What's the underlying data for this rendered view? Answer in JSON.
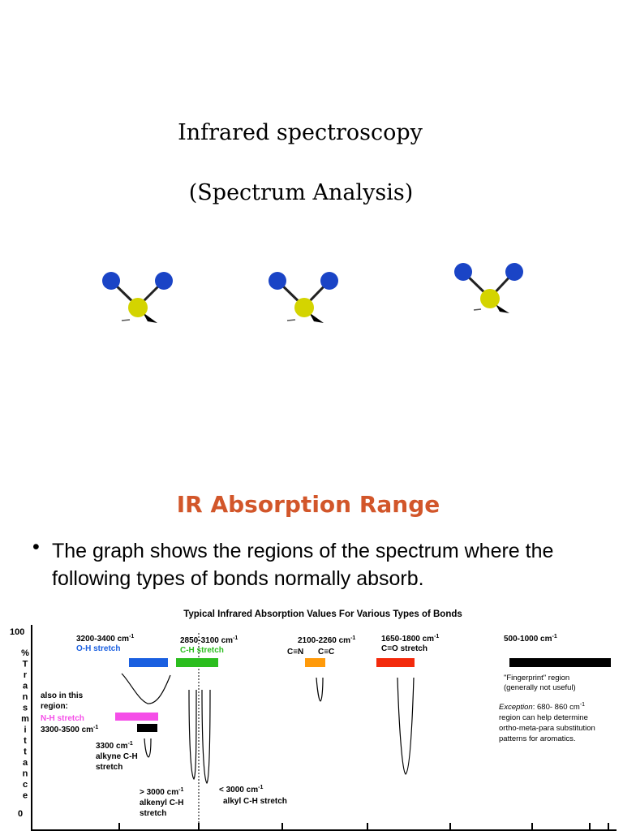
{
  "slide1": {
    "title": "Infrared spectroscopy",
    "subtitle": "(Spectrum Analysis)",
    "colors": {
      "atom_blue": "#1a44c6",
      "atom_yellow": "#d4d400"
    }
  },
  "slide2": {
    "heading": "IR Absorption Range",
    "heading_color": "#d2562a",
    "bullet_glyph": "•",
    "bullet_text": "The graph shows the regions of the spectrum where the following types of bonds normally absorb."
  },
  "chart": {
    "title": "Typical Infrared Absorption Values For Various Types of Bonds",
    "y_top": "100",
    "y_bottom": "0",
    "y_axis_letters": [
      "%",
      "T",
      "r",
      "a",
      "n",
      "s",
      "m",
      "i",
      "t",
      "t",
      "a",
      "n",
      "c",
      "e"
    ],
    "labels": {
      "oh_range": "3200-3400 cm",
      "oh_name": "O-H stretch",
      "ch_range": "2850-3100 cm",
      "ch_name": "C-H stretch",
      "triple_range": "2100-2260 cm",
      "cn_triple": "C≡N",
      "cc_triple": "C≡C",
      "co_range": "1650-1800 cm",
      "co_name": "C=O stretch",
      "fp_range": "500-1000 cm",
      "fp_name": "\"Fingerprint\" region",
      "fp_note": "(generally not useful)",
      "nh_also_1": "also in this",
      "nh_also_2": "region:",
      "nh_name": "N-H stretch",
      "nh_range": "3300-3500 cm",
      "alkyne_1": "3300 cm",
      "alkyne_2": "alkyne C-H",
      "alkyne_3": "stretch",
      "alkenyl_1": "> 3000 cm",
      "alkenyl_2": "alkenyl C-H",
      "alkenyl_3": "stretch",
      "alkyl_1": "< 3000 cm",
      "alkyl_2": "alkyl C-H stretch",
      "exception_word": "Exception",
      "exception_1": ": 680- 860 cm",
      "exception_2": "region can help determine",
      "exception_3": "ortho-meta-para substitution",
      "exception_4": "patterns for aromatics.",
      "superscript": "-1"
    },
    "colors": {
      "oh": "#1a5fe0",
      "ch": "#2bbd1e",
      "triple": "#ff9a0a",
      "co": "#f32a0c",
      "fp": "#000000",
      "nh": "#f54ee8",
      "nh_black": "#000000"
    }
  }
}
